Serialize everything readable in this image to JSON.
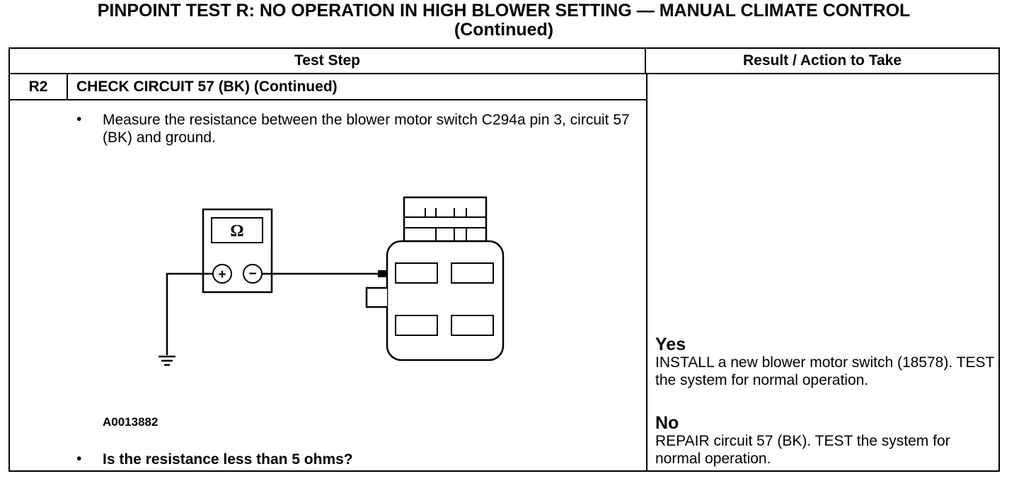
{
  "page": {
    "title_line1": "PINPOINT TEST R: NO OPERATION IN HIGH BLOWER SETTING — MANUAL CLIMATE CONTROL",
    "title_line2": "(Continued)"
  },
  "table": {
    "header_test_step": "Test Step",
    "header_result": "Result / Action to Take",
    "step_id": "R2",
    "step_title": "CHECK CIRCUIT 57 (BK) (Continued)",
    "bullet_char": "•",
    "instruction": "Measure the resistance between the blower motor switch C294a pin 3, circuit 57 (BK) and ground.",
    "figure_id": "A0013882",
    "question": "Is the resistance less than 5 ohms?"
  },
  "diagram": {
    "ohm_symbol": "Ω",
    "plus_symbol": "+",
    "minus_symbol": "−"
  },
  "results": {
    "yes_label": "Yes",
    "yes_action": "INSTALL a new blower motor switch (18578). TEST the system for normal operation.",
    "no_label": "No",
    "no_action": "REPAIR circuit 57 (BK). TEST the system for normal operation."
  }
}
